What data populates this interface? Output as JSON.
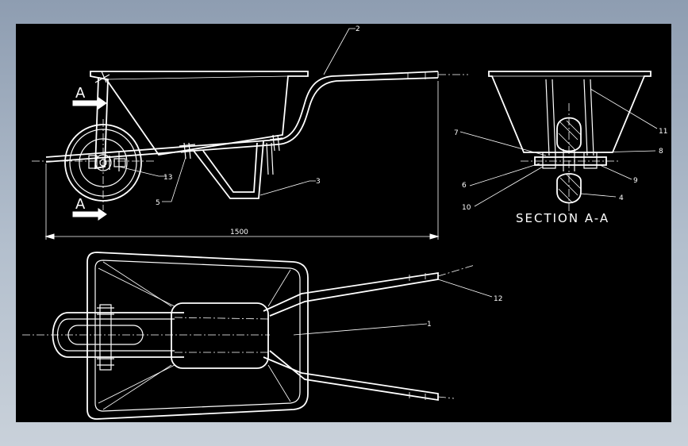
{
  "colors": {
    "background": "#000000",
    "lines": "#ffffff",
    "outer": "#9aa7b8"
  },
  "part_labels": {
    "p1": "1",
    "p2": "2",
    "p3": "3",
    "p4": "4",
    "p5": "5",
    "p6": "6",
    "p7": "7",
    "p8": "8",
    "p9": "9",
    "p10": "10",
    "p11": "11",
    "p12": "12",
    "p13": "13"
  },
  "section_markers": {
    "top": "A",
    "bottom": "A"
  },
  "dimension": {
    "overall_length": "1500"
  },
  "section_title": "SECTION A-A"
}
